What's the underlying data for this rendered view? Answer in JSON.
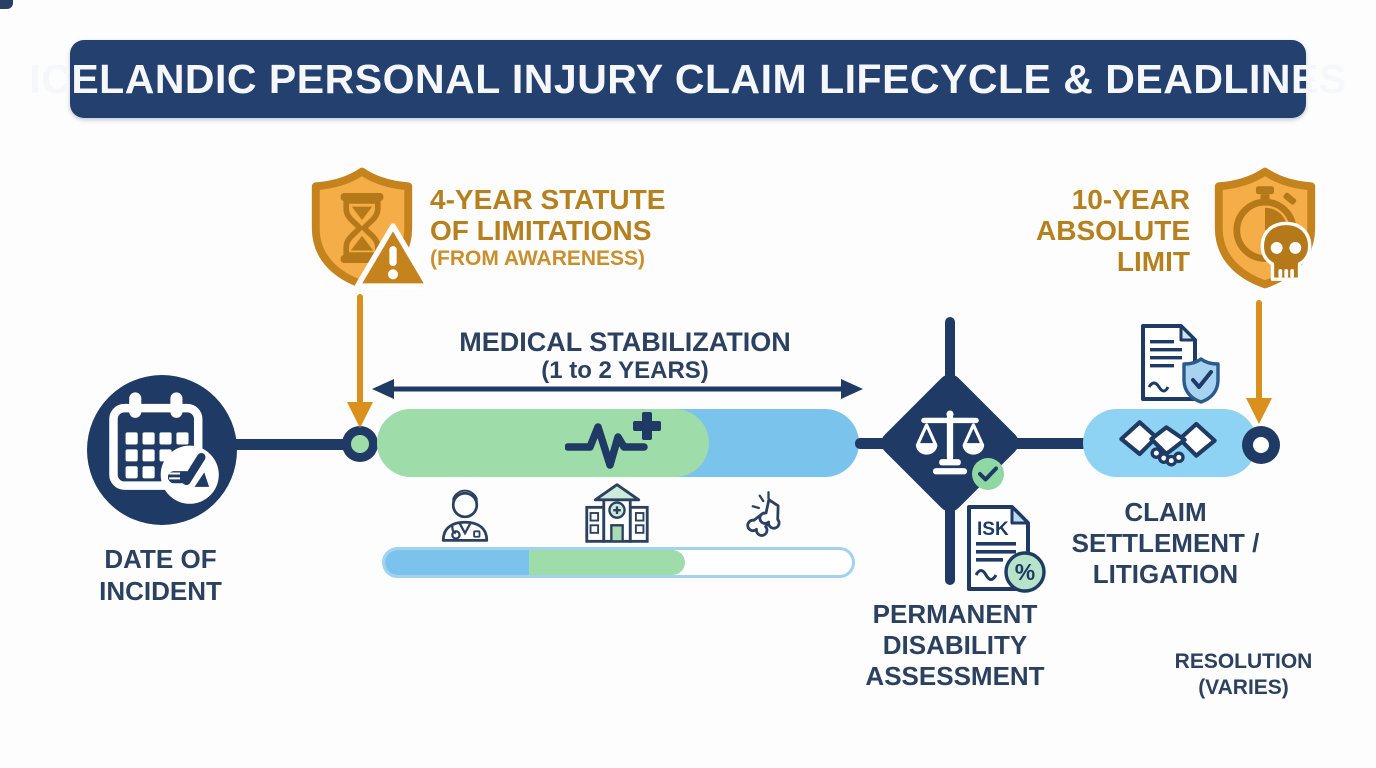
{
  "title": "ICELANDIC PERSONAL INJURY CLAIM LIFECYCLE & DEADLINES",
  "incident": {
    "line1": "DATE OF",
    "line2": "INCIDENT"
  },
  "statute": {
    "line1": "4-YEAR STATUTE",
    "line2": "OF LIMITATIONS",
    "line3": "(FROM AWARENESS)"
  },
  "absolute": {
    "line1": "10-YEAR",
    "line2": "ABSOLUTE",
    "line3": "LIMIT"
  },
  "stabilization": {
    "title": "MEDICAL STABILIZATION",
    "subtitle": "(1 to 2 YEARS)"
  },
  "assessment": {
    "line1": "PERMANENT",
    "line2": "DISABILITY",
    "line3": "ASSESSMENT"
  },
  "settlement": {
    "line1": "CLAIM",
    "line2": "SETTLEMENT /",
    "line3": "LITIGATION"
  },
  "resolution": {
    "line1": "RESOLUTION",
    "line2": "(VARIES)"
  },
  "isk": {
    "label": "ISK",
    "percent": "%"
  },
  "colors": {
    "navy": "#1f3a64",
    "banner_navy": "#24406e",
    "text_navy": "#2c415f",
    "green": "#9edcaa",
    "blue": "#79c3ec",
    "light_blue": "#8ed2f4",
    "orange_arrow": "#d9901c",
    "shield_fill": "#f5ae47",
    "shield_stroke": "#c5831e",
    "amber_text": "#b5811e",
    "amber_light": "#ca8f2c",
    "check_green": "#8fd8a3",
    "mint": "#b7e3c8"
  },
  "icons": {
    "incident": "calendar-icon",
    "incident_badge": "injury-badge-icon",
    "statute": "shield-hourglass-icon",
    "statute_warning": "warning-triangle-icon",
    "stabilization": "heartbeat-plus-icon",
    "treatment_1": "doctor-icon",
    "treatment_2": "hospital-icon",
    "treatment_3": "broken-bone-icon",
    "assessment": "scales-of-justice-icon",
    "assessment_done": "check-circle-icon",
    "compensation": "isk-document-percent-icon",
    "absolute_limit": "shield-stopwatch-icon",
    "absolute_skull": "skull-icon",
    "settlement_doc": "contract-shield-check-icon",
    "settlement": "handshake-icon"
  }
}
